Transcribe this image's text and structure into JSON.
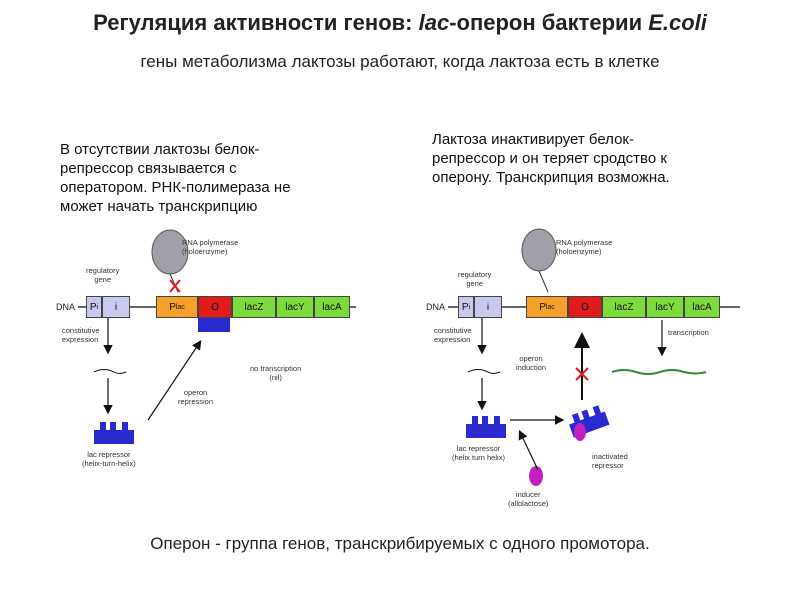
{
  "title": {
    "prefix": "Регуляция активности генов: ",
    "lac": "lac",
    "middle": "-оперон бактерии ",
    "ecoli": "E.coli"
  },
  "subtitle": "гены метаболизма лактозы работают, когда лактоза есть в клетке",
  "left": {
    "desc_lines": [
      "В отсутствии лактозы белок-",
      "репрессор связывается с",
      "оператором. РНК-полимераза не",
      "может начать транскрипцию"
    ],
    "rna_pol": [
      "RNA polymerase",
      "(holoenzyme)"
    ],
    "regulatory_gene": [
      "regulatory",
      "gene"
    ],
    "dna": "DNA",
    "seg_pi": "P",
    "seg_pi_sub": "i",
    "seg_i": "i",
    "seg_plac": "P",
    "seg_plac_sub": "lac",
    "seg_o": "O",
    "seg_lacz": "lacZ",
    "seg_lacy": "lacY",
    "seg_laca": "lacA",
    "constitutive": [
      "constitutive",
      "expression"
    ],
    "operon_repression": [
      "operon",
      "repression"
    ],
    "no_transcription": [
      "no transcription",
      "(nil)"
    ],
    "lac_repressor": [
      "lac repressor",
      "(helix-turn-helix)"
    ]
  },
  "right": {
    "desc_lines": [
      "Лактоза инактивирует  белок-",
      "репрессор и он теряет сродство к",
      "оперону. Транскрипция возможна."
    ],
    "rna_pol": [
      "RNA polymerase",
      "(holoenzyme)"
    ],
    "regulatory_gene": [
      "regulatory",
      "gene"
    ],
    "dna": "DNA",
    "seg_pi": "P",
    "seg_pi_sub": "i",
    "seg_i": "i",
    "seg_plac": "P",
    "seg_plac_sub": "lac",
    "seg_o": "O",
    "seg_lacz": "lacZ",
    "seg_lacy": "lacY",
    "seg_laca": "lacA",
    "constitutive": [
      "constitutive",
      "expression"
    ],
    "transcription": "transcription",
    "operon_induction": [
      "operon",
      "induction"
    ],
    "lac_repressor": [
      "lac repressor",
      "(helix turn helix)"
    ],
    "inactivated": [
      "inactivated",
      "repressor"
    ],
    "inducer": [
      "inducer",
      "(allolactose)"
    ]
  },
  "footer": "Оперон - группа генов, транскрибируемых с одного промотора.",
  "colors": {
    "promoter": "#f5a02a",
    "operator": "#e01b1b",
    "genes": "#7ddb3c",
    "regulatory": "#c8c8f0",
    "repressor": "#2a2ad0",
    "polymerase": "#a0a0a8",
    "inducer": "#c020c0",
    "mrna": "#2e8b3a"
  }
}
